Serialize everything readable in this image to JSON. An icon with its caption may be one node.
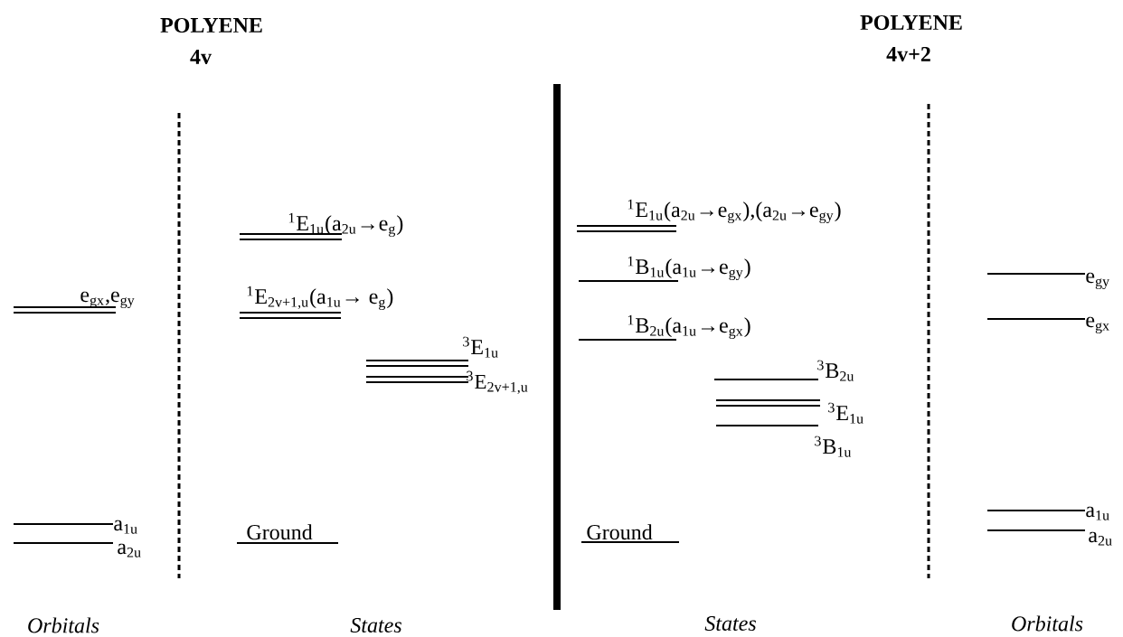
{
  "diagram": {
    "labels": [
      "POLYENE",
      "4v",
      "POLYENE",
      "4v+2",
      "$^{1}$E$_{1u}$(a$_{2u}$→e$_{g}$)",
      "e$_{gx}$,e$_{gy}$",
      "$^{1}$E$_{2v+1,u}$(a$_{1u}$→ e$_{g}$)",
      "$^{3}$E$_{1u}$",
      "$^{3}$E$_{2v+1,u}$",
      "a$_{1u}$",
      "a$_{2u}$",
      "Ground",
      "$^{1}$E$_{1u}$(a$_{2u}$→e$_{gx}$),(a$_{2u}$→e$_{gy}$)",
      "$^{1}$B$_{1u}$(a$_{1u}$→e$_{gy}$)",
      "e$_{gy}$",
      "$^{1}$B$_{2u}$(a$_{1u}$→e$_{gx}$)",
      "e$_{gx}$",
      "$^{3}$B$_{2u}$",
      "$^{3}$E$_{1u}$",
      "$^{3}$B$_{1u}$",
      "a$_{1u}$",
      "Ground",
      "a$_{2u}$",
      "Orbitals",
      "States",
      "States",
      "Orbitals"
    ]
  }
}
